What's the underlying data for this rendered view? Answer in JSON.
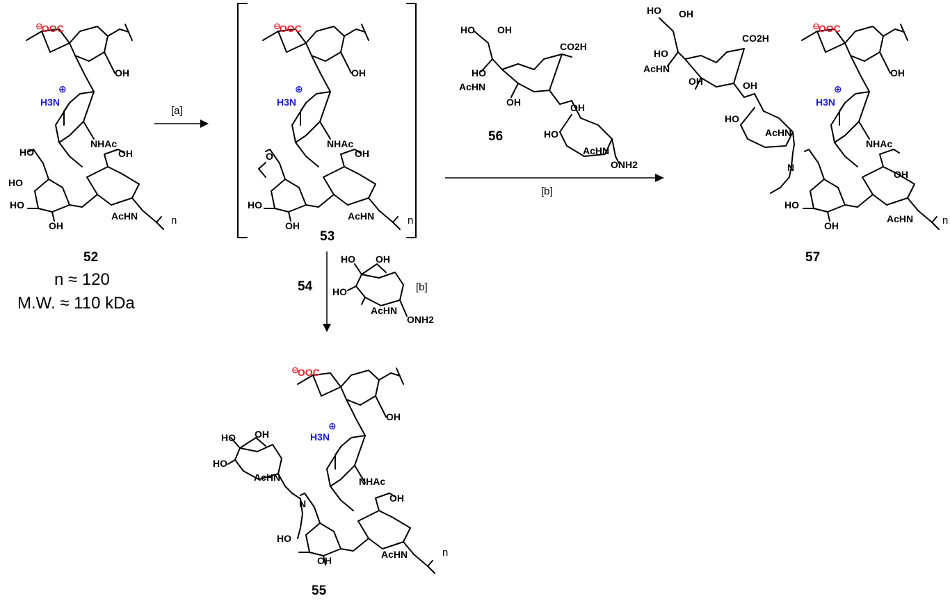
{
  "colors": {
    "carboxylate": "#e8202a",
    "ammonium": "#1d1dcf",
    "ink": "#000000"
  },
  "compounds": {
    "c52": {
      "label": "52",
      "n": "n ≈ 120",
      "mw": "M.W. ≈ 110 kDa"
    },
    "c53": {
      "label": "53"
    },
    "c54": {
      "label": "54"
    },
    "c55": {
      "label": "55"
    },
    "c56": {
      "label": "56"
    },
    "c57": {
      "label": "57"
    }
  },
  "reagents": {
    "a": "[a]",
    "b": "[b]"
  },
  "atoms": {
    "ooc": "OOC",
    "minus": "⊖",
    "plus": "⊕",
    "h3n": "H3N",
    "nhac": "NHAc",
    "achn": "AcHN",
    "oh": "OH",
    "ho": "HO",
    "co2h": "CO2H",
    "onh2": "ONH2",
    "n_imine": "N",
    "o": "O",
    "n": "n"
  }
}
